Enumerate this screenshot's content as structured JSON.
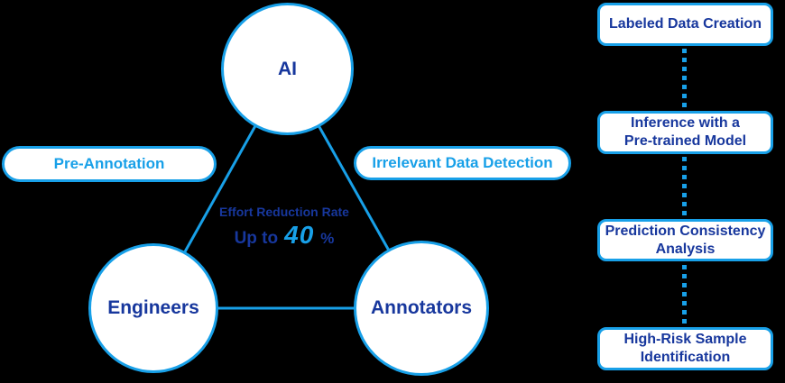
{
  "colors": {
    "bg": "#000000",
    "accent": "#18A0E8",
    "navy": "#17379D",
    "node-fill": "#FFFFFF"
  },
  "triangle": {
    "nodes": {
      "ai": {
        "label": "AI"
      },
      "engineers": {
        "label": "Engineers"
      },
      "annotators": {
        "label": "Annotators"
      }
    },
    "labels": {
      "pre_annotation": "Pre-Annotation",
      "irrelevant_data_detection": "Irrelevant Data Detection"
    },
    "metric": {
      "title": "Effort Reduction Rate",
      "prefix": "Up to",
      "value": "40",
      "unit": "%"
    }
  },
  "pipeline": {
    "steps": [
      {
        "label": "Labeled Data Creation"
      },
      {
        "label": "Inference with a\nPre-trained Model"
      },
      {
        "label": "Prediction Consistency\nAnalysis"
      },
      {
        "label": "High-Risk Sample\nIdentification"
      }
    ]
  }
}
